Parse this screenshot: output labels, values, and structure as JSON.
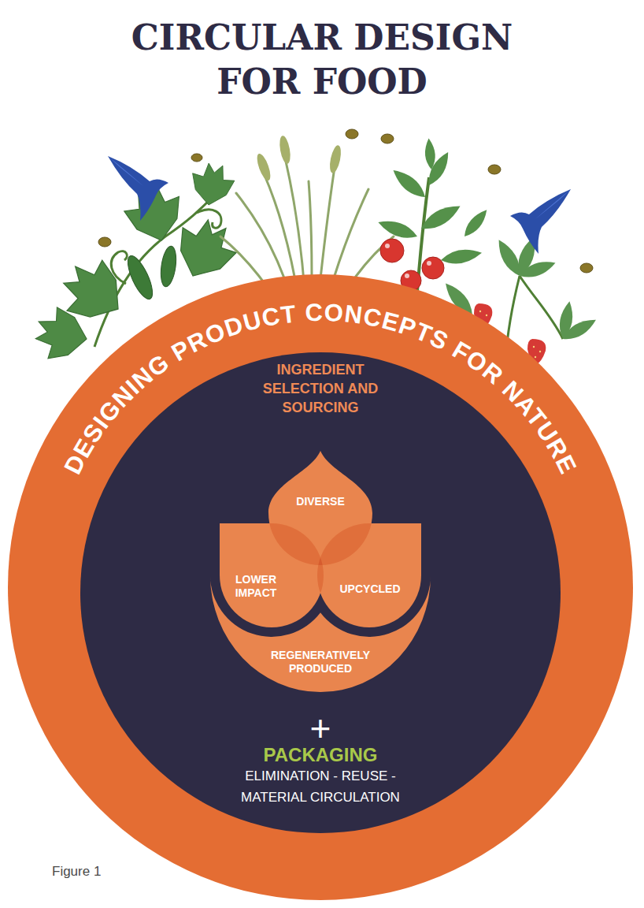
{
  "diagram": {
    "title": "CIRCULAR DESIGN FOR FOOD",
    "caption": "Figure 1",
    "nodes": [
      {
        "text": [
          "DESIGNING PRODUCT CONCEPTS FOR NATURE"
        ]
      },
      {
        "text": [
          "INGREDIENT SELECTION AND SOURCING"
        ],
        "in": 0
      },
      {
        "text": [
          "DIVERSE"
        ],
        "in": 1
      },
      {
        "text": [
          "LOWER IMPACT"
        ],
        "in": 1
      },
      {
        "text": [
          "UPCYCLED"
        ],
        "in": 1
      },
      {
        "text": [
          "REGENERATIVELY PRODUCED"
        ],
        "in": 1
      }
    ],
    "labels": [
      "+",
      "PACKAGING",
      "ELIMINATION - REUSE - MATERIAL CIRCULATION"
    ]
  }
}
